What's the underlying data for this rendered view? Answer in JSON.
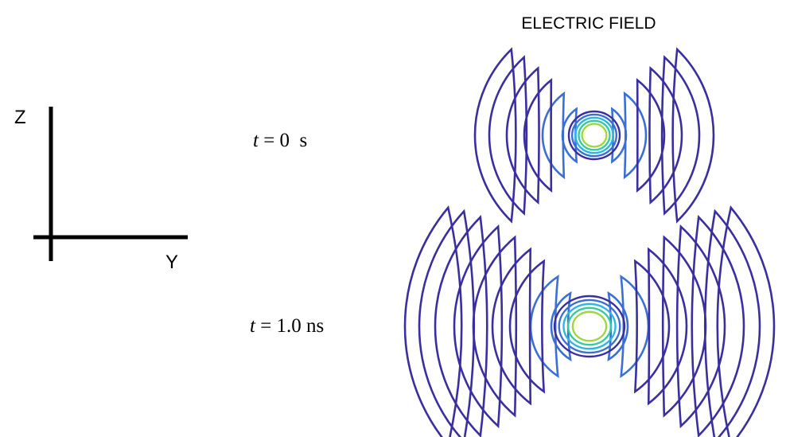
{
  "title": "ELECTRIC FIELD",
  "axes": {
    "vertical": "Z",
    "horizontal": "Y"
  },
  "panels": [
    {
      "time_var": "t",
      "time_rest": " = 0  s"
    },
    {
      "time_var": "t",
      "time_rest": " = 1.0 ns"
    }
  ],
  "contour_colors": [
    "#3a2f9e",
    "#3b6fd4",
    "#2fb6e0",
    "#35c9a4",
    "#9fd648",
    "#f3e823"
  ]
}
